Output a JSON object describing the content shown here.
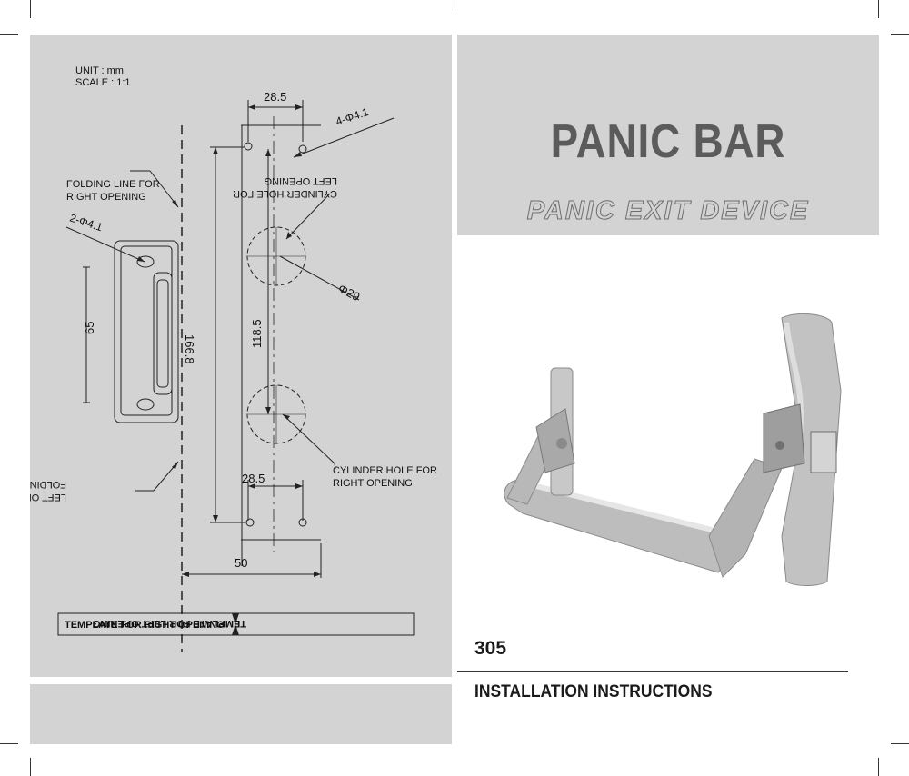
{
  "template": {
    "unit": "UNIT : mm",
    "scale": "SCALE : 1:1",
    "dim_top_spacing": "28.5",
    "dim_bottom_spacing": "28.5",
    "dim_holes_top": "4-Φ4.1",
    "dim_holes_left": "2-Φ4.1",
    "dim_cylinder_dia": "Φ29",
    "dim_total_height": "166.8",
    "dim_cylinder_spacing": "118.5",
    "dim_strike_height": "65",
    "dim_width": "50",
    "label_fold_right_1": "FOLDING LINE FOR",
    "label_fold_right_2": "RIGHT OPENING",
    "label_fold_left_1": "FOLDING LINE FOR",
    "label_fold_left_2": "LEFT OPENING",
    "label_cyl_left_1": "CYLINDER HOLE FOR",
    "label_cyl_left_2": "LEFT OPENING",
    "label_cyl_right_1": "CYLINDER HOLE FOR",
    "label_cyl_right_2": "RIGHT OPENING",
    "banner_right": "TEMPLATE FOR RIGHT OPENING",
    "banner_left": "TEMPLATE FOR LEFT OPENING"
  },
  "cover": {
    "title": "PANIC BAR",
    "subtitle": "PANIC EXIT DEVICE",
    "product_code": "305",
    "section_title": "INSTALLATION INSTRUCTIONS"
  }
}
